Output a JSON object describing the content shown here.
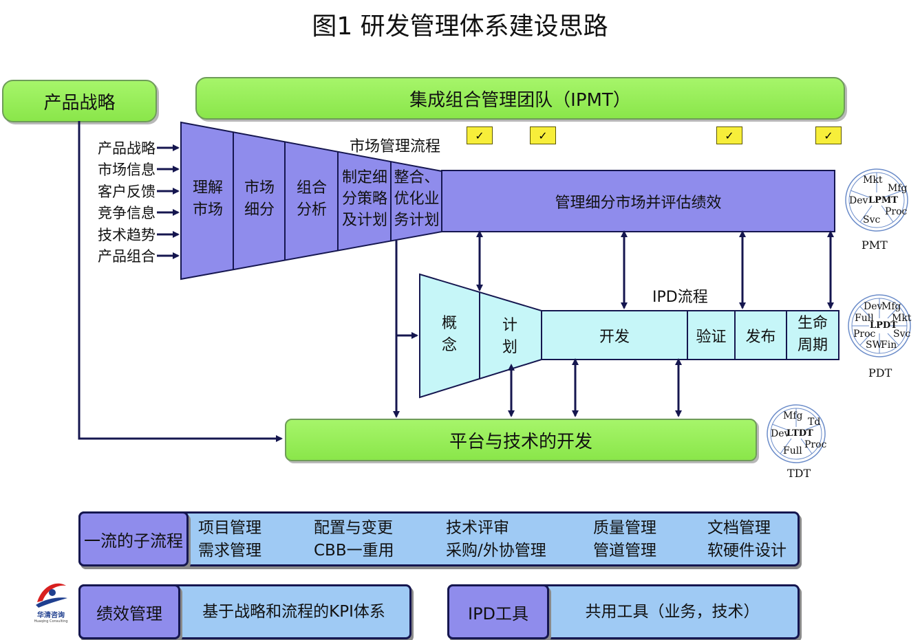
{
  "title": "图1  研发管理体系建设思路",
  "product_strategy": "产品战略",
  "ipmt": "集成组合管理团队（IPMT）",
  "inputs": [
    "产品战略",
    "市场信息",
    "客户反馈",
    "竞争信息",
    "技术趋势",
    "产品组合"
  ],
  "market_process_label": "市场管理流程",
  "funnel": {
    "seg1": [
      "理解",
      "市场"
    ],
    "seg2": [
      "市场",
      "细分"
    ],
    "seg3": [
      "组合",
      "分析"
    ],
    "seg4": [
      "制定细",
      "分策略",
      "及计划"
    ],
    "seg5": [
      "整合、",
      "优化业",
      "务计划"
    ],
    "bar": "管理细分市场并评估绩效"
  },
  "check_mark": "✓",
  "ipd_label": "IPD流程",
  "ipd": {
    "concept": [
      "概",
      "念"
    ],
    "plan": [
      "计",
      "划"
    ],
    "develop": "开发",
    "verify": "验证",
    "release": "发布",
    "lifecycle": [
      "生命",
      "周期"
    ]
  },
  "platform": "平台与技术的开发",
  "pmt": {
    "center": "LPMT",
    "labels": [
      "Mkt",
      "Mfg",
      "Proc",
      "Svc",
      "Dev"
    ],
    "caption": "PMT"
  },
  "pdt": {
    "center": "LPDT",
    "labels": [
      "Dev",
      "Mfg",
      "Mkt",
      "Svc",
      "Fin",
      "SW",
      "Proc",
      "Full"
    ],
    "caption": "PDT"
  },
  "tdt": {
    "center": "LTDT",
    "labels": [
      "Mfg",
      "Td",
      "Proc",
      "Full",
      "Dev"
    ],
    "caption": "TDT"
  },
  "subprocess": {
    "label": "一流的子流程",
    "columns": [
      [
        "项目管理",
        "需求管理"
      ],
      [
        "配置与变更",
        "CBB一重用"
      ],
      [
        "技术评审",
        "采购/外协管理"
      ],
      [
        "质量管理",
        "管道管理"
      ],
      [
        "文档管理",
        "软硬件设计"
      ]
    ]
  },
  "performance": {
    "label": "绩效管理",
    "content": "基于战略和流程的KPI体系"
  },
  "ipd_tools": {
    "label": "IPD工具",
    "content": "共用工具（业务，技术）"
  },
  "logo": {
    "name": "华清咨询",
    "sub": "Huaqing Consulting"
  },
  "colors": {
    "green": "#95eb55",
    "purple": "#8f8cec",
    "cyan": "#c6f6f8",
    "light_blue": "#9fcaf4",
    "navy": "#15164f",
    "check_yellow": "#f7ee3a"
  }
}
